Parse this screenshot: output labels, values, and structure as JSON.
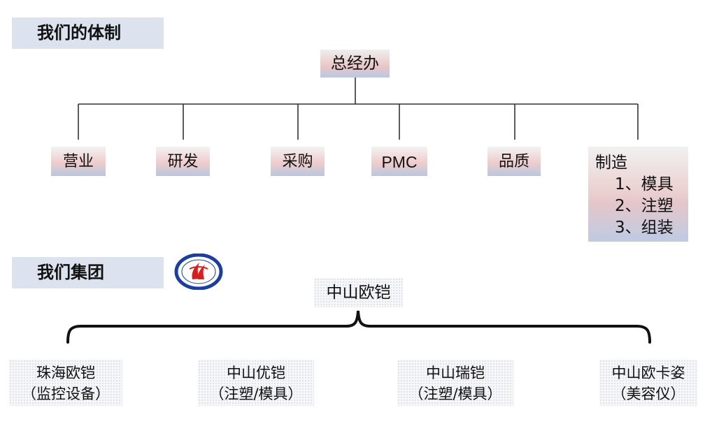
{
  "structure": {
    "title": "我们的体制",
    "top": "总经办",
    "departments": [
      "营业",
      "研发",
      "采购",
      "PMC",
      "品质"
    ],
    "manufacturing": {
      "title": "制造",
      "items": [
        "1、模具",
        "2、注塑",
        "3、组装"
      ]
    }
  },
  "group": {
    "title": "我们集团",
    "top": "中山欧铠",
    "companies": [
      {
        "name": "珠海欧铠",
        "desc": "（监控设备）"
      },
      {
        "name": "中山优铠",
        "desc": "（注塑/模具）"
      },
      {
        "name": "中山瑞铠",
        "desc": "（注塑/模具）"
      },
      {
        "name": "中山欧卡姿",
        "desc": "（美容仪）"
      }
    ]
  },
  "colors": {
    "title_bg": "#dde3ee",
    "logo_blue": "#1c3f9e",
    "logo_red": "#d62020"
  }
}
